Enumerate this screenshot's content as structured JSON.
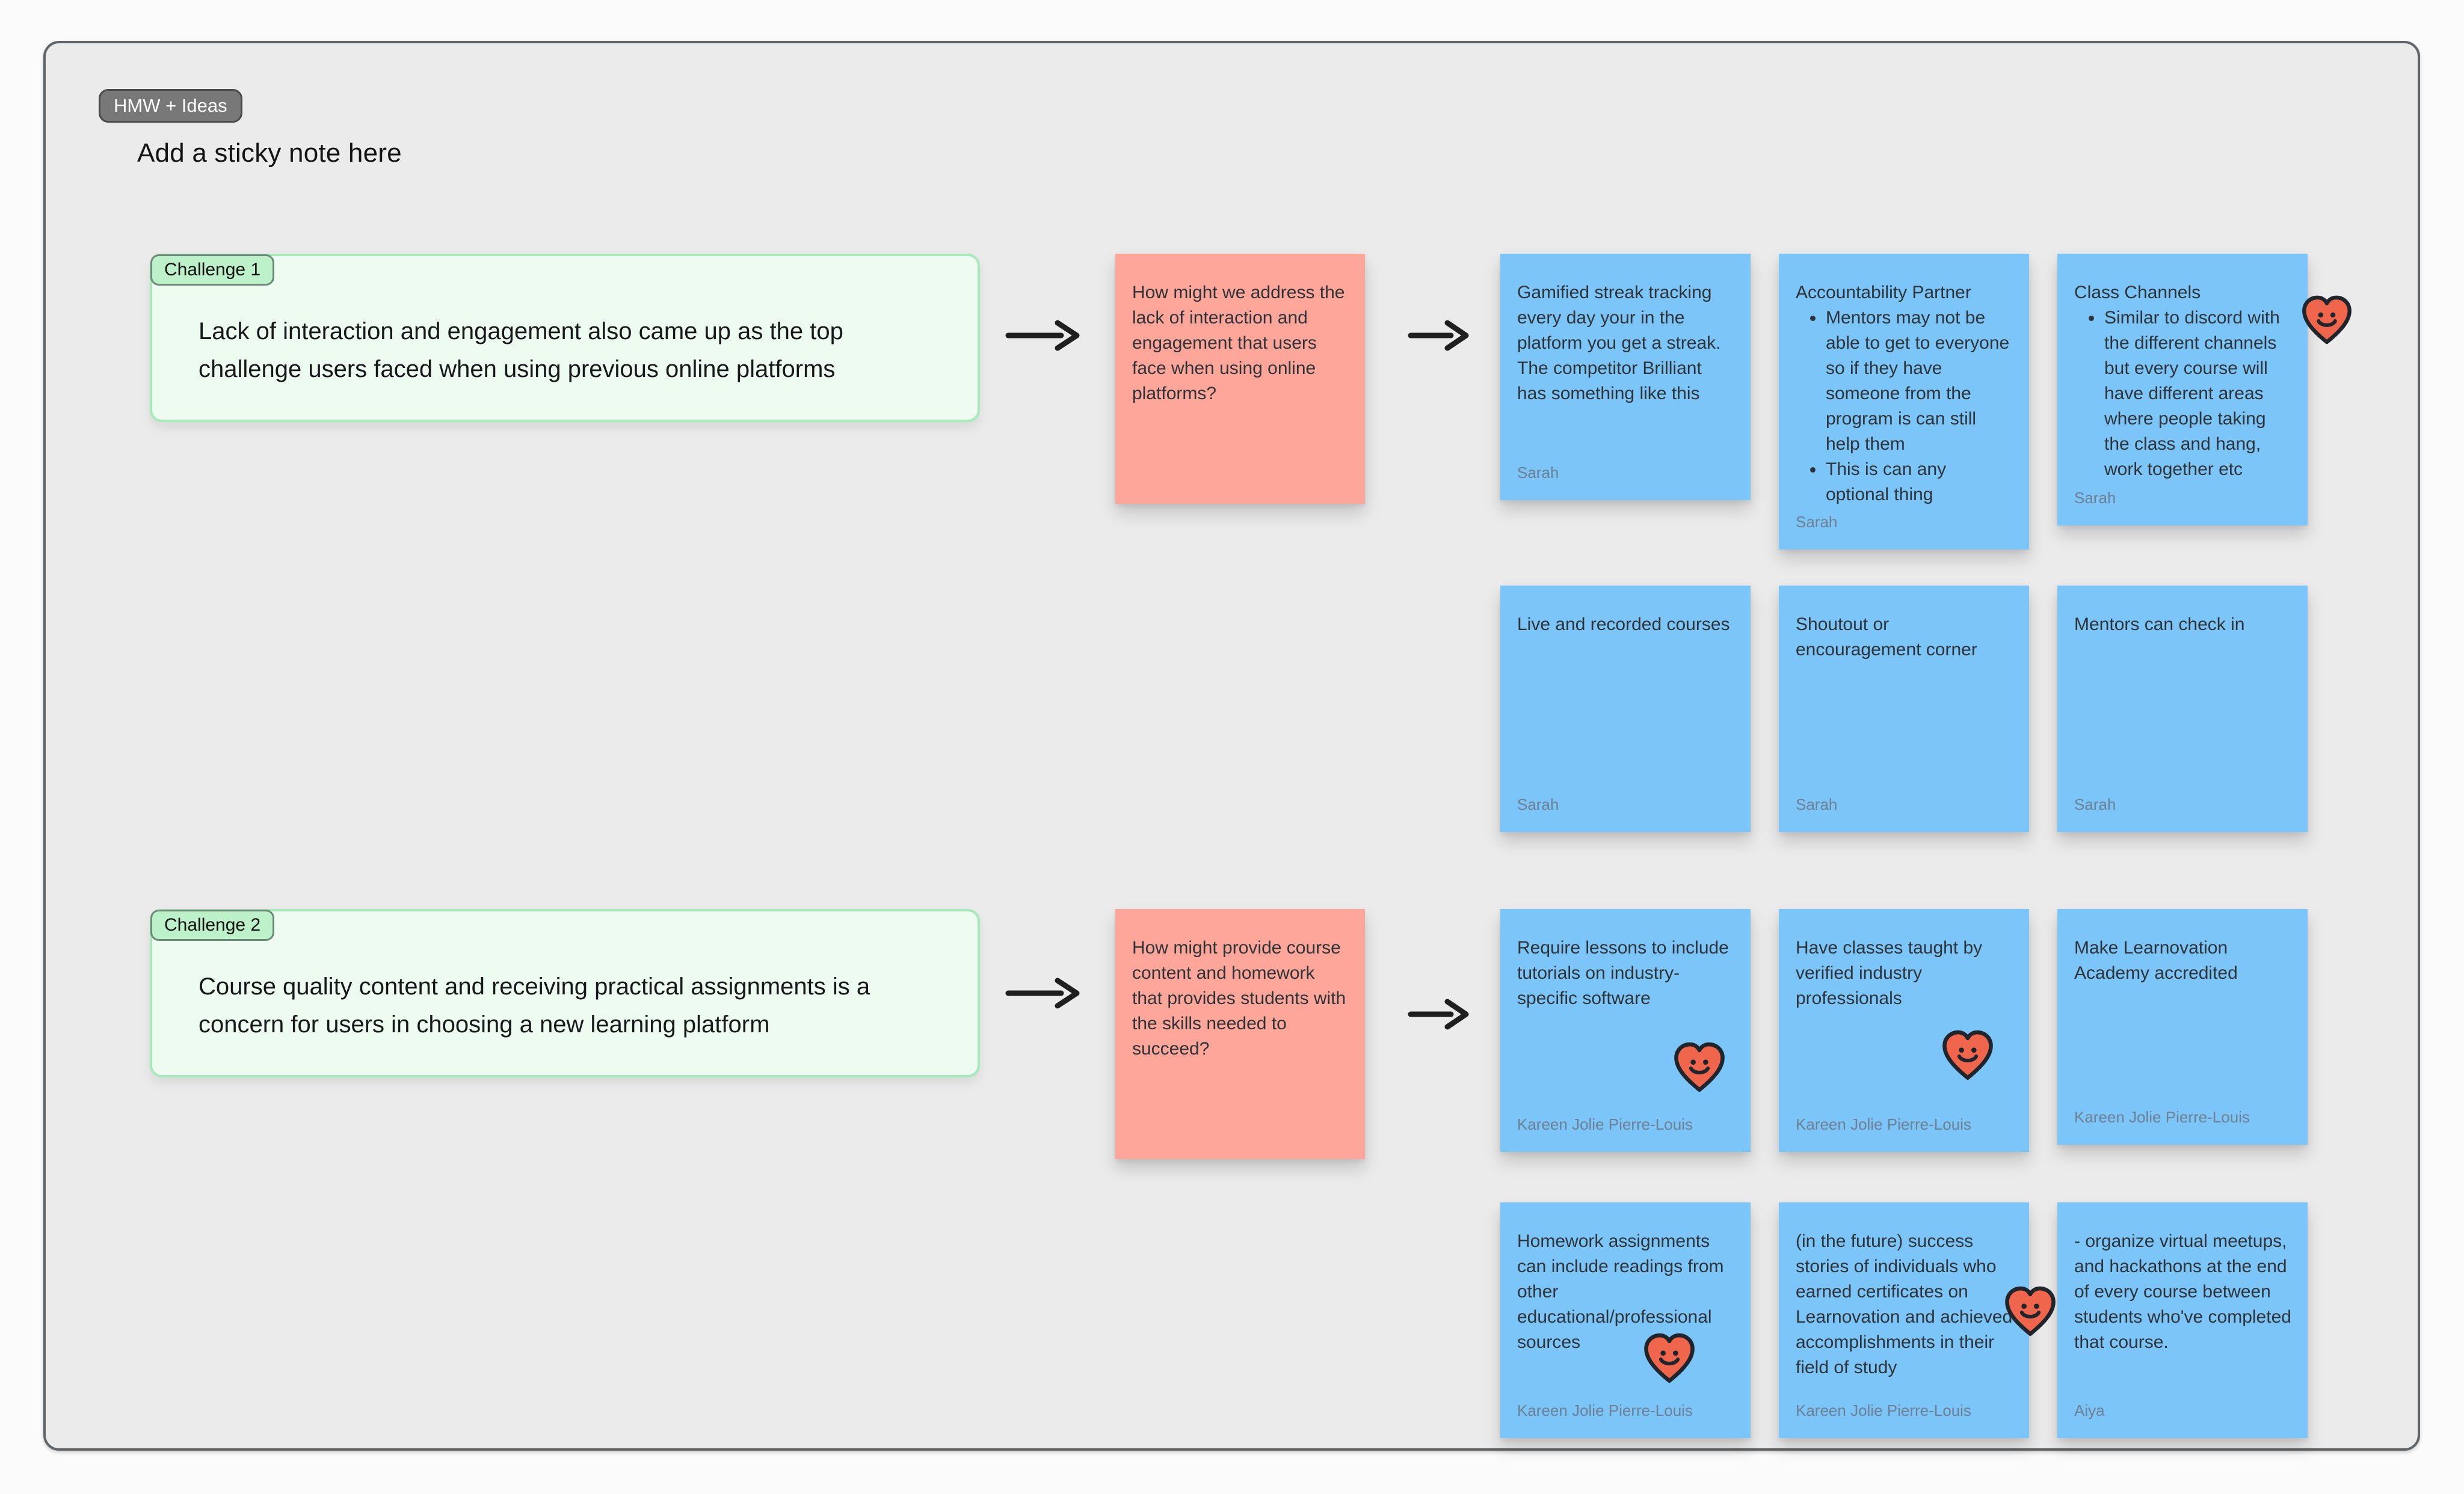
{
  "board": {
    "section_label": "HMW + Ideas",
    "title": "Add a sticky note here"
  },
  "challenges": [
    {
      "badge": "Challenge 1",
      "text": "Lack of interaction and engagement also came up as the top challenge users faced when using previous online platforms"
    },
    {
      "badge": "Challenge 2",
      "text": "Course quality content and receiving practical assignments is a concern for users in choosing a new learning platform"
    }
  ],
  "hmw_notes": [
    {
      "text": "How might we address the lack of interaction and engagement that users face when using online platforms?"
    },
    {
      "text": "How might provide course content and homework that provides students with the skills needed to succeed?"
    }
  ],
  "idea_notes": [
    {
      "text": "Gamified streak tracking every day your in the platform you get a streak. The competitor Brilliant has something like this",
      "author": "Sarah"
    },
    {
      "title": "Accountability Partner",
      "bullets": [
        "Mentors may not be able to get to everyone so if they have someone from the program is can still help them",
        "This is can any optional thing"
      ],
      "author": "Sarah"
    },
    {
      "title": "Class Channels",
      "bullets": [
        "Similar to discord with the different channels but every course will have different areas where people taking the class and hang, work together etc"
      ],
      "author": "Sarah",
      "reaction": "heart-smile"
    },
    {
      "text": "Live and recorded courses",
      "author": "Sarah"
    },
    {
      "text": "Shoutout or encouragement corner",
      "author": "Sarah"
    },
    {
      "text": "Mentors can check in",
      "author": "Sarah"
    },
    {
      "text": "Require lessons to include tutorials on industry-specific software",
      "author": "Kareen Jolie Pierre-Louis",
      "reaction": "heart-smile"
    },
    {
      "text": "Have classes taught by verified industry professionals",
      "author": "Kareen Jolie Pierre-Louis",
      "reaction": "heart-smile"
    },
    {
      "text": "Make Learnovation Academy accredited",
      "author": "Kareen Jolie Pierre-Louis"
    },
    {
      "text": "Homework assignments can include readings from other educational/professional sources",
      "author": "Kareen Jolie Pierre-Louis",
      "reaction": "heart-smile"
    },
    {
      "text": "(in the future) success stories of individuals who earned certificates on Learnovation and achieved accomplishments in their field of study",
      "author": "Kareen Jolie Pierre-Louis",
      "reaction": "heart-smile"
    },
    {
      "text": "- organize virtual meetups, and hackathons at the end of every course between students who've completed that course.",
      "author": "Aiya"
    }
  ],
  "colors": {
    "section_badge_fill": "#787878",
    "challenge_fill": "#eefbf1",
    "challenge_border": "#a5eab8",
    "challenge_badge_fill": "#bdf1ca",
    "sticky_pink": "#ffa69a",
    "sticky_blue": "#7cc5f9",
    "heart_fill": "#f0664d",
    "arrow": "#1f1f1f"
  }
}
